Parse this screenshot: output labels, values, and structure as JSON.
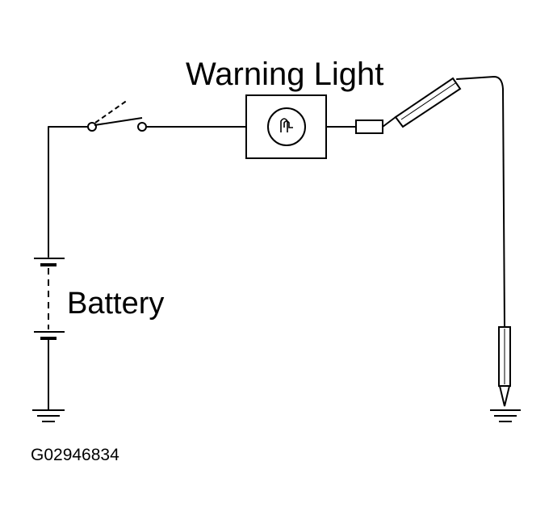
{
  "labels": {
    "warning_light": "Warning Light",
    "battery": "Battery",
    "figure_id": "G02946834"
  },
  "colors": {
    "ink": "#000000",
    "background": "#ffffff"
  }
}
